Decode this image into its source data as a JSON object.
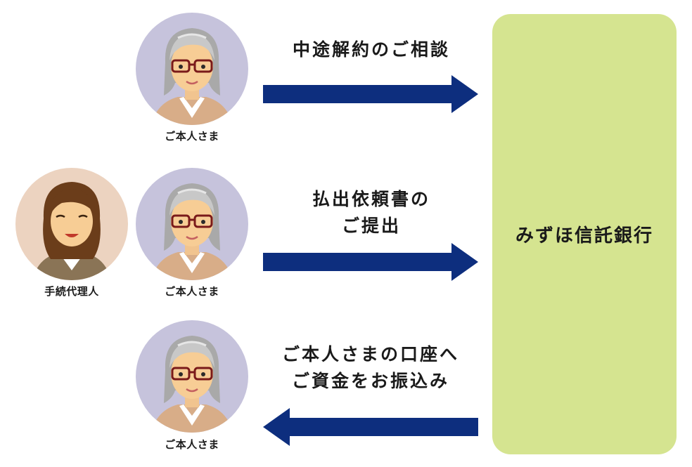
{
  "people": {
    "self_caption": "ご本人さま",
    "agent_caption": "手続代理人"
  },
  "flows": [
    {
      "label_lines": [
        "中途解約のご相談"
      ],
      "direction": "to-bank"
    },
    {
      "label_lines": [
        "払出依頼書の",
        "ご提出"
      ],
      "direction": "to-bank"
    },
    {
      "label_lines": [
        "ご本人さまの口座へ",
        "ご資金をお振込み"
      ],
      "direction": "to-customer"
    }
  ],
  "bank": {
    "name": "みずほ信託銀行"
  },
  "colors": {
    "arrow": "#0d2e7e",
    "bank_box": "#d5e490",
    "elder_avatar_bg": "#c6c3dc",
    "agent_avatar_bg": "#ecd3c0"
  },
  "icons": [
    "elderly-person-avatar",
    "agent-woman-avatar",
    "right-arrow",
    "left-arrow"
  ]
}
